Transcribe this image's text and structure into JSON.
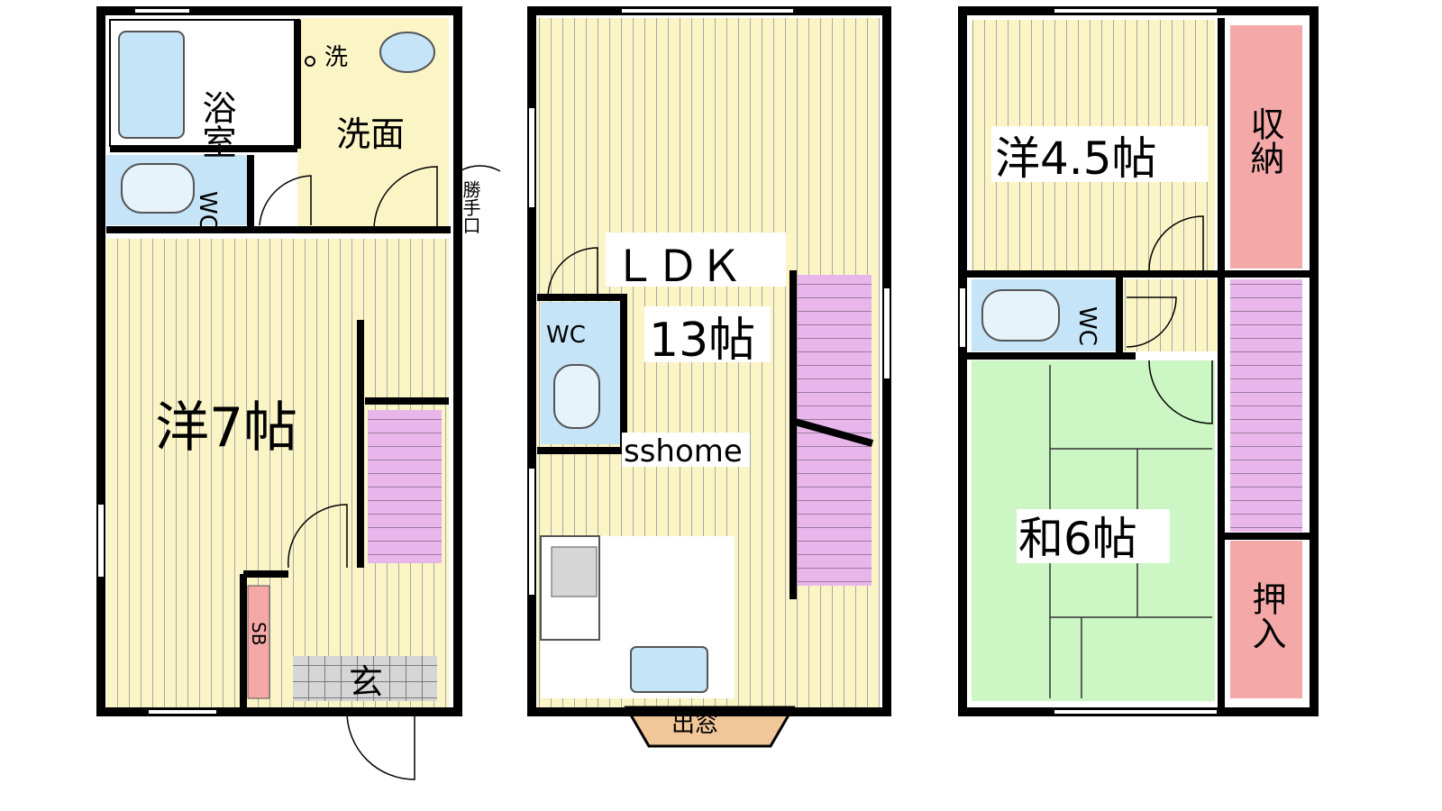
{
  "colors": {
    "wall": "#000000",
    "flooring": "#fbf5c6",
    "flooring_line": "#9a9a9a",
    "tatami": "#ccf6c4",
    "stairs": "#e9b6ec",
    "storage": "#f4a9a8",
    "bath": "#c5e4f7",
    "window_bay": "#f1c79a",
    "genkan_tile": "#cfcfcf"
  },
  "floor1": {
    "bathroom": "浴室",
    "wash_area": "洗面",
    "washer": "洗",
    "toilet": "WC",
    "back_door": "勝手口",
    "room_western": "洋7帖",
    "shoe_box": "SB",
    "entrance": "玄"
  },
  "floor2": {
    "ldk_label": "ＬＤＫ",
    "ldk_size": "13帖",
    "toilet": "WC",
    "watermark": "sshome",
    "bay_window": "出窓"
  },
  "floor3": {
    "room_western": "洋4.5帖",
    "closet": "収納",
    "toilet": "WC",
    "room_japanese": "和6帖",
    "oshiire": "押入"
  }
}
